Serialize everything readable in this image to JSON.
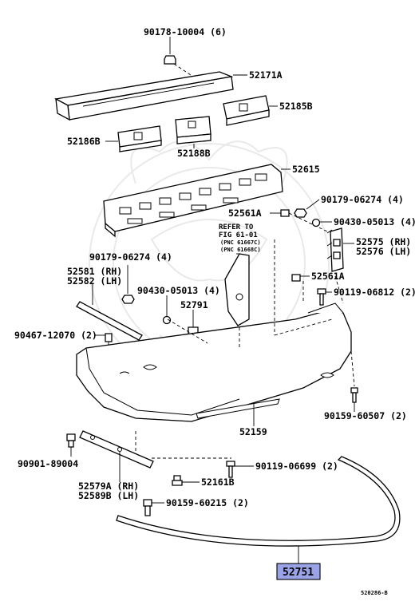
{
  "labels": {
    "p90178": "90178-10004 (6)",
    "p52171a": "52171A",
    "p52185b": "52185B",
    "p52186b": "52186B",
    "p52188b": "52188B",
    "p52615": "52615",
    "p90179a": "90179-06274 (4)",
    "p52561a_top": "52561A",
    "p90430a": "90430-05013 (4)",
    "refer1": "REFER TO",
    "refer2": "FIG 61-01",
    "refer3": "(PNC 61667C)",
    "refer4": "(PNC 61668C)",
    "p52575": "52575 (RH)",
    "p52576": "52576 (LH)",
    "p90179b": "90179-06274 (4)",
    "p52581": "52581 (RH)",
    "p52582": "52582 (LH)",
    "p52561a_mid": "52561A",
    "p90430b": "90430-05013 (4)",
    "p90119a": "90119-06812 (2)",
    "p52791": "52791",
    "p90467": "90467-12070 (2)",
    "p90159a": "90159-60507 (2)",
    "p52159": "52159",
    "p90901": "90901-89004",
    "p90119b": "90119-06699 (2)",
    "p52579a": "52579A (RH)",
    "p52589b": "52589B (LH)",
    "p52161b": "52161B",
    "p90159b": "90159-60215 (2)",
    "p52751": "52751",
    "drawing_no": "520286-B"
  },
  "highlight_color": "#9aa3e6"
}
